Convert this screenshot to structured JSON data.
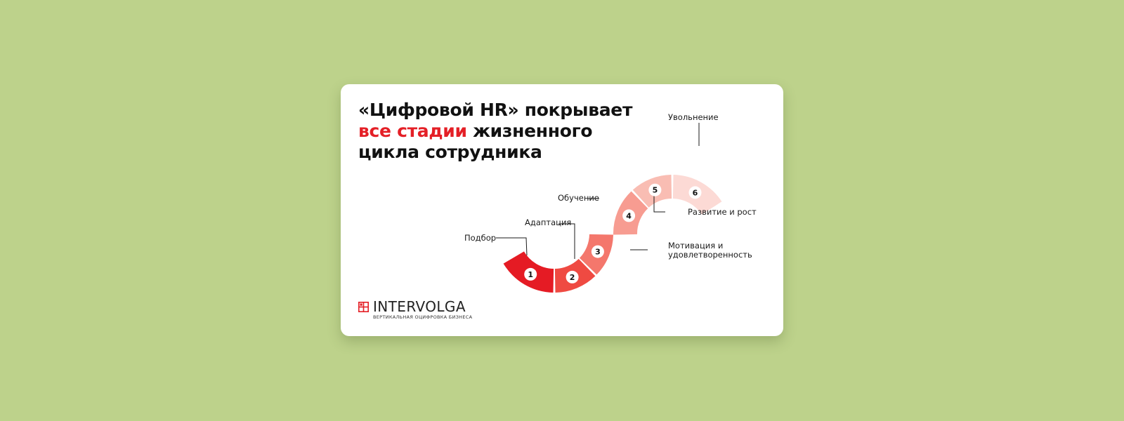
{
  "title": {
    "line1": "«Цифровой HR» покрывает",
    "accent": "все стадии",
    "line2_rest": " жизненного",
    "line3": "цикла сотрудника"
  },
  "colors": {
    "background": "#bdd28b",
    "card": "#ffffff",
    "accent": "#e41f26",
    "stages": [
      "#e51b24",
      "#ef4a42",
      "#f4776c",
      "#f79c91",
      "#f9bdb3",
      "#fcdad5"
    ]
  },
  "stages": [
    {
      "number": "1",
      "label": "Подбор"
    },
    {
      "number": "2",
      "label": "Адаптация"
    },
    {
      "number": "3",
      "label": "Мотивация и удовлетворенность",
      "label_line1": "Мотивация и",
      "label_line2": "удовлетворенность"
    },
    {
      "number": "4",
      "label": "Обучение"
    },
    {
      "number": "5",
      "label": "Развитие и рост"
    },
    {
      "number": "6",
      "label": "Увольнение"
    }
  ],
  "logo": {
    "icon": "intervolga-logo-mark-icon",
    "name": "INTERVOLGA",
    "tagline": "ВЕРТИКАЛЬНАЯ ОЦИФРОВКА БИЗНЕСА"
  }
}
